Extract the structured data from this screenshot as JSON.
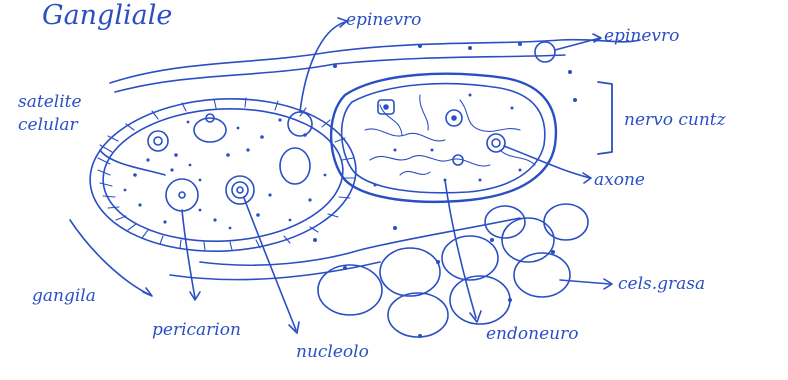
{
  "title": "Gangliale",
  "labels": {
    "satelite_celulas": [
      "satelite",
      "celular"
    ],
    "epinervo_top": "epinevro",
    "epinervo_right": "epinevro",
    "nervo_cutaneo": "nervo cuntz",
    "axone": "axone",
    "ganglio": "gangila",
    "pericarion": "pericarion",
    "nucleo": "nucleolo",
    "endoneuro": "endoneuro",
    "cels_grasa": "cels.grasa"
  },
  "colors": {
    "ink": "#2a4fc4",
    "paper": "#ffffff"
  }
}
